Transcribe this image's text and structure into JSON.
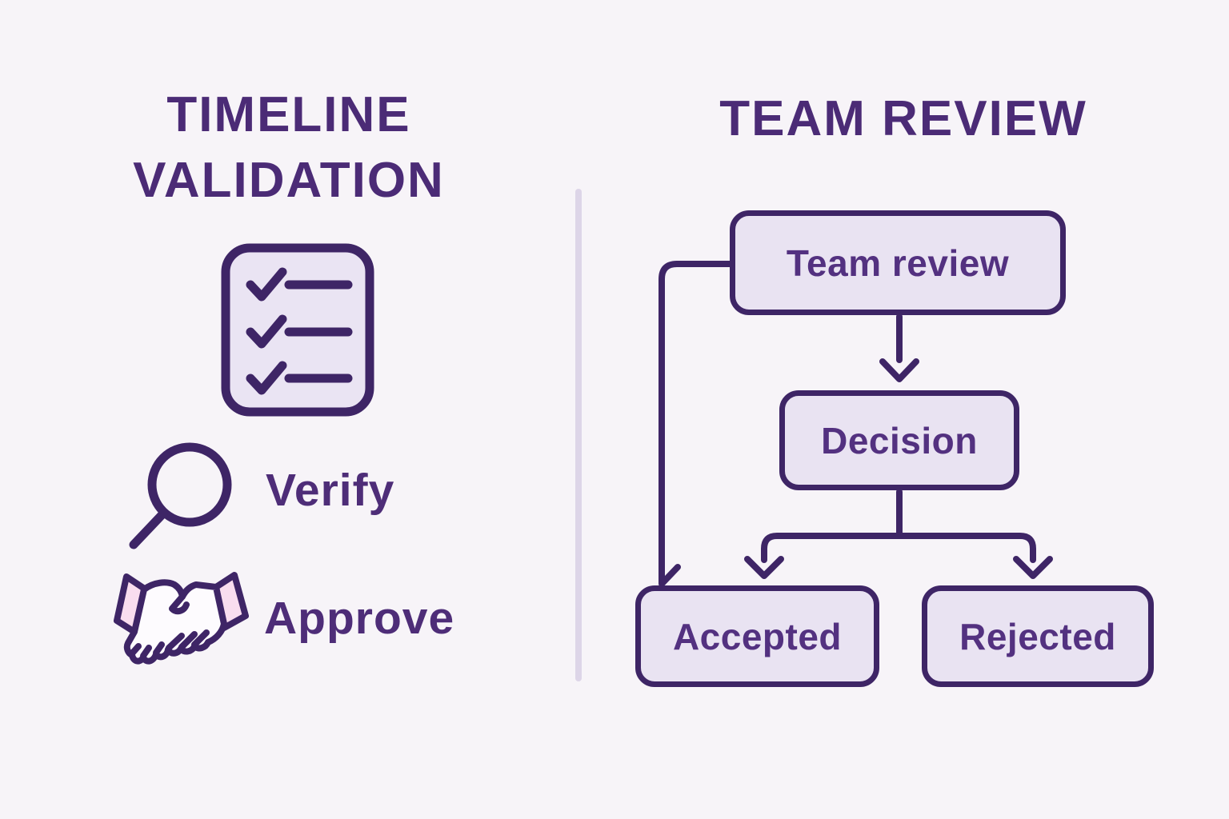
{
  "left_panel": {
    "title_line1": "TIMELINE",
    "title_line2": "VALIDATION",
    "items": [
      {
        "icon": "checklist-icon",
        "label": ""
      },
      {
        "icon": "magnifier-icon",
        "label": "Verify"
      },
      {
        "icon": "handshake-icon",
        "label": "Approve"
      }
    ],
    "verify_label": "Verify",
    "approve_label": "Approve"
  },
  "right_panel": {
    "title": "TEAM REVIEW",
    "nodes": {
      "team_review": "Team review",
      "decision": "Decision",
      "accepted": "Accepted",
      "rejected": "Rejected"
    },
    "edges": [
      {
        "from": "Team review",
        "to": "Decision"
      },
      {
        "from": "Decision",
        "to": "Accepted"
      },
      {
        "from": "Decision",
        "to": "Rejected"
      },
      {
        "from": "Team review",
        "to": "Accepted"
      }
    ]
  },
  "colors": {
    "background": "#f7f4f8",
    "stroke_dark_purple": "#3e2566",
    "title_purple": "#4b2b76",
    "label_purple": "#533180",
    "node_fill_lavender": "#e9e3f2",
    "divider_lavender": "#ddd5e8",
    "sleeve_pink": "#f9ddef",
    "hand_white": "#fdfbfe"
  }
}
